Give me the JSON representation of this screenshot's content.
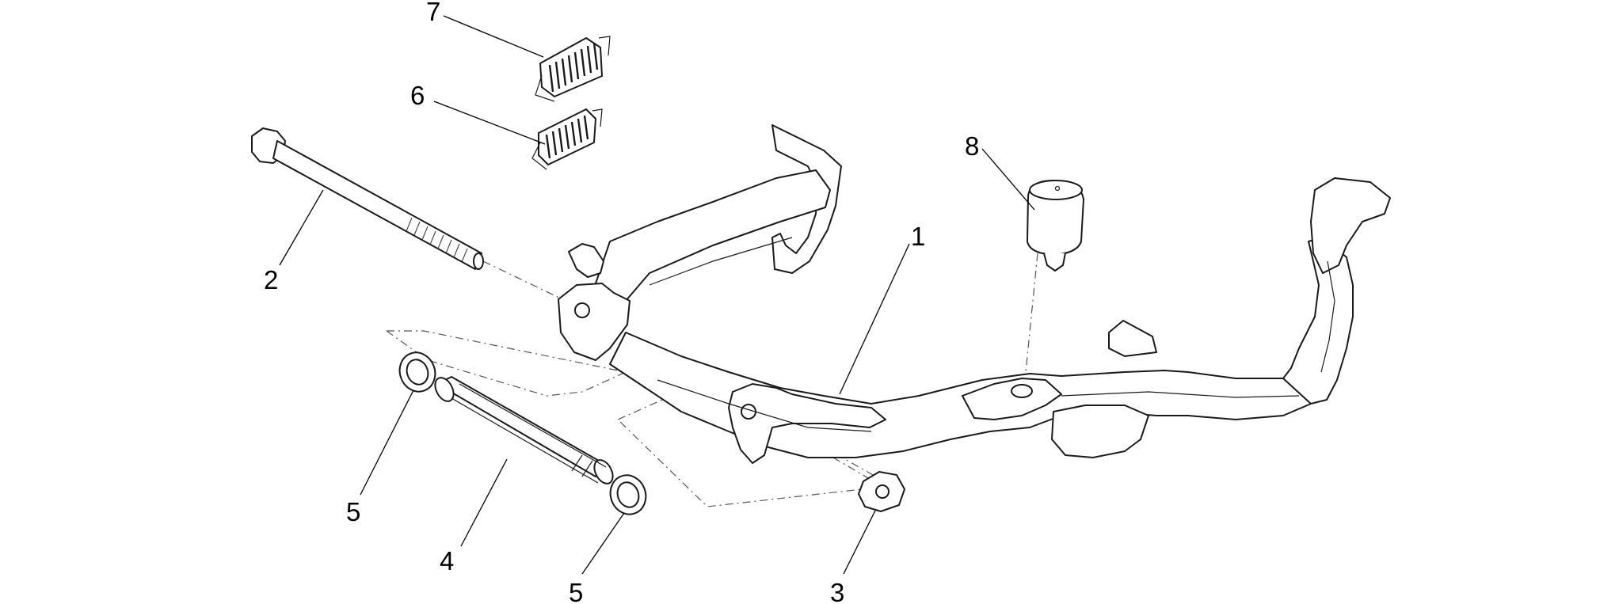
{
  "diagram": {
    "type": "exploded-parts-diagram",
    "callouts": [
      {
        "id": "1",
        "label": "1",
        "part": "center-stand"
      },
      {
        "id": "2",
        "label": "2",
        "part": "pivot-bolt"
      },
      {
        "id": "3",
        "label": "3",
        "part": "lock-nut"
      },
      {
        "id": "4",
        "label": "4",
        "part": "spacer-tube"
      },
      {
        "id": "5a",
        "label": "5",
        "part": "washer-left"
      },
      {
        "id": "5b",
        "label": "5",
        "part": "washer-right"
      },
      {
        "id": "6",
        "label": "6",
        "part": "small-return-spring"
      },
      {
        "id": "7",
        "label": "7",
        "part": "large-return-spring"
      },
      {
        "id": "8",
        "label": "8",
        "part": "rubber-stop-buffer"
      }
    ],
    "colors": {
      "line": "#1a1a1a",
      "background": "#ffffff",
      "dash": "#555555"
    }
  }
}
